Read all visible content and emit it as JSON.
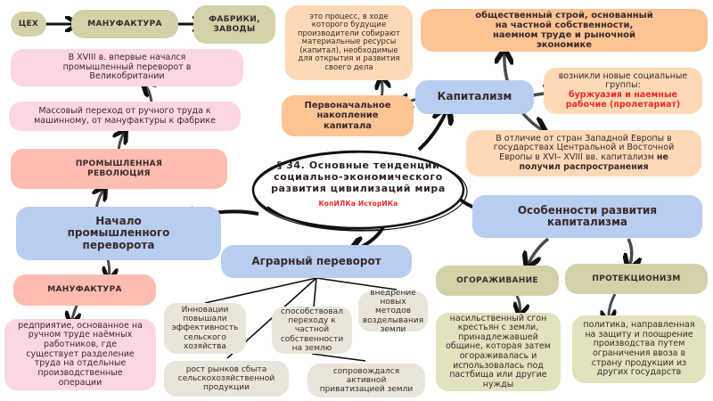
{
  "title": "§ 34. Основные тенденции социально-экономического развития цивилизаций мира",
  "brand": "КопИЛКа ИсторИКа",
  "colors": {
    "olive": "#d2d1a8",
    "pink": "#fdd6e4",
    "salmon": "#fcbcb2",
    "blue": "#b9cdf1",
    "orange": "#fcc394",
    "peach": "#fdd9b8",
    "beige": "#e9e5da",
    "light_olive": "#e2e2bf",
    "highlight_red": "#ee2a2a"
  },
  "chain": {
    "step1": "ЦЕХ",
    "step2": "МАНУФАКТУРА",
    "step3": "ФАБРИКИ, ЗАВОДЫ"
  },
  "industrial": {
    "first_britain": "В XVIII в. впервые начался промышленный переворот в Великобритании",
    "mass_transition": "Массовый переход от ручного труда к машинному, от мануфактуры к фабрике",
    "revolution": "ПРОМЫШЛЕННАЯ РЕВОЛЮЦИЯ",
    "start": "Начало промышленного переворота",
    "manufactory": "МАНУФАКТУРА",
    "manufactory_def": "редприятие, основанное на ручном труде наёмных работников, где существует разделение труда на отдельные производственные операции"
  },
  "capital": {
    "accumulation_def": "это процесс, в ходе которого будущие производители собирают материальные ресурсы (капитал), необходимые для открытия и развития своего дела",
    "accumulation": "Первоначальное накопление капитала",
    "capitalism": "Капитализм",
    "capitalism_def": "общественный строй, основанный на частной собственности, наемном труде и рыночной экономике",
    "new_groups_plain": "возникли новые социальные группы:",
    "new_groups_red": "буржуазия и наемные рабочие (пролетариат)",
    "europe_plain": "В отличие от стран Западной Европы в государствах Центральной и Восточной Европы в XVI– XVIII вв. капитализм",
    "europe_bold": "не получил распространения"
  },
  "features": {
    "title": "Особенности развития капитализма",
    "enclosure": "ОГОРАЖИВАНИЕ",
    "enclosure_def": "насильственный сгон крестьян с земли, принадлежавшей общине, которая затем огораживалась и использовалась под пастбища или другие нужды",
    "protectionism": "ПРОТЕКЦИОНИЗМ",
    "protectionism_def": "политика, направленная на защиту и поощрение производства путем ограничения ввоза в страну продукции из других государств"
  },
  "agrarian": {
    "title": "Аграрный переворот",
    "innovations": "Инновации повышали эффективность сельского хозяйства",
    "private_property": "способствовал переходу к частной собственности на землю",
    "new_methods": "внедрение новых методов возделывания земли",
    "markets": "рост рынков сбыта сельскохозяйственной продукции",
    "privatization": "сопровождался активной приватизацией земли"
  }
}
